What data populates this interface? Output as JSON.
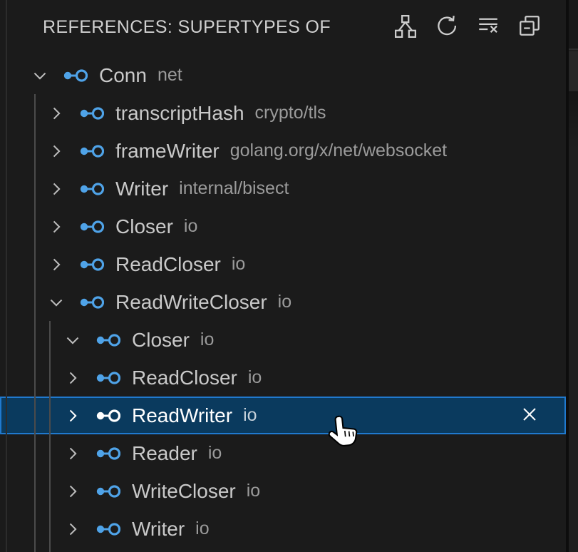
{
  "panel": {
    "title": "REFERENCES: SUPERTYPES OF",
    "actions": [
      {
        "id": "show-type-hierarchy",
        "icon": "type-hierarchy-icon"
      },
      {
        "id": "refresh",
        "icon": "refresh-icon"
      },
      {
        "id": "clear-results",
        "icon": "clear-results-icon"
      },
      {
        "id": "collapse-all",
        "icon": "collapse-all-icon"
      }
    ]
  },
  "tree": {
    "symbol_kind": "interface",
    "rows": [
      {
        "label": "Conn",
        "description": "net",
        "level": 0,
        "expanded": true,
        "selected": false
      },
      {
        "label": "transcriptHash",
        "description": "crypto/tls",
        "level": 1,
        "expanded": false,
        "selected": false
      },
      {
        "label": "frameWriter",
        "description": "golang.org/x/net/websocket",
        "level": 1,
        "expanded": false,
        "selected": false
      },
      {
        "label": "Writer",
        "description": "internal/bisect",
        "level": 1,
        "expanded": false,
        "selected": false
      },
      {
        "label": "Closer",
        "description": "io",
        "level": 1,
        "expanded": false,
        "selected": false
      },
      {
        "label": "ReadCloser",
        "description": "io",
        "level": 1,
        "expanded": false,
        "selected": false
      },
      {
        "label": "ReadWriteCloser",
        "description": "io",
        "level": 1,
        "expanded": true,
        "selected": false
      },
      {
        "label": "Closer",
        "description": "io",
        "level": 2,
        "expanded": true,
        "selected": false
      },
      {
        "label": "ReadCloser",
        "description": "io",
        "level": 2,
        "expanded": false,
        "selected": false
      },
      {
        "label": "ReadWriter",
        "description": "io",
        "level": 2,
        "expanded": false,
        "selected": true,
        "inline_action_icon": "close-icon"
      },
      {
        "label": "Reader",
        "description": "io",
        "level": 2,
        "expanded": false,
        "selected": false
      },
      {
        "label": "WriteCloser",
        "description": "io",
        "level": 2,
        "expanded": false,
        "selected": false
      },
      {
        "label": "Writer",
        "description": "io",
        "level": 2,
        "expanded": false,
        "selected": false
      }
    ]
  },
  "colors": {
    "background": "#1b1b1b",
    "label": "#c9c9c9",
    "description": "#9b9b9b",
    "interface_symbol_blue": "#4fa3e8",
    "selection_background": "#0a3a5e",
    "selection_border": "#2079ce"
  }
}
